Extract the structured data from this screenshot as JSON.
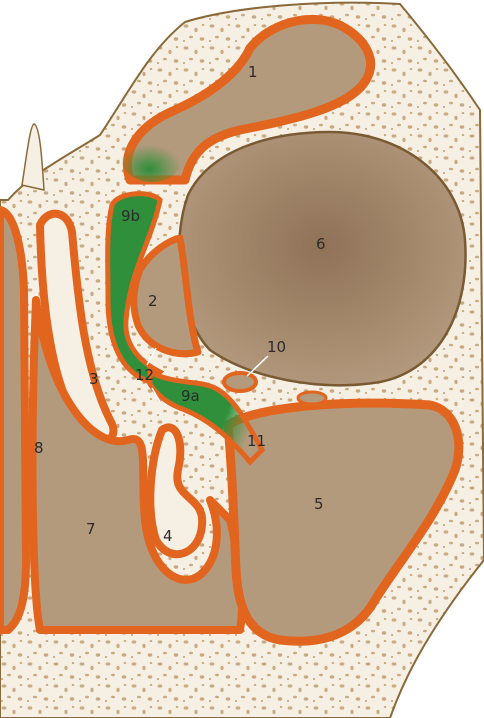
{
  "colors": {
    "bone": "#f6f0e4",
    "bone_speck": "#c9a982",
    "bone_edge": "#8a6a3a",
    "mucosa": "#e2651f",
    "cavity": "#b39a7c",
    "orbit": "#a0846a",
    "passage": "#2f8f3a",
    "label": "#2b2b2b"
  },
  "labels": [
    {
      "id": "1",
      "text": "1"
    },
    {
      "id": "2",
      "text": "2"
    },
    {
      "id": "3",
      "text": "3"
    },
    {
      "id": "4",
      "text": "4"
    },
    {
      "id": "5",
      "text": "5"
    },
    {
      "id": "6",
      "text": "6"
    },
    {
      "id": "7",
      "text": "7"
    },
    {
      "id": "8",
      "text": "8"
    },
    {
      "id": "9a",
      "text": "9a"
    },
    {
      "id": "9b",
      "text": "9b"
    },
    {
      "id": "10",
      "text": "10"
    },
    {
      "id": "11",
      "text": "11"
    },
    {
      "id": "12",
      "text": "12"
    }
  ]
}
